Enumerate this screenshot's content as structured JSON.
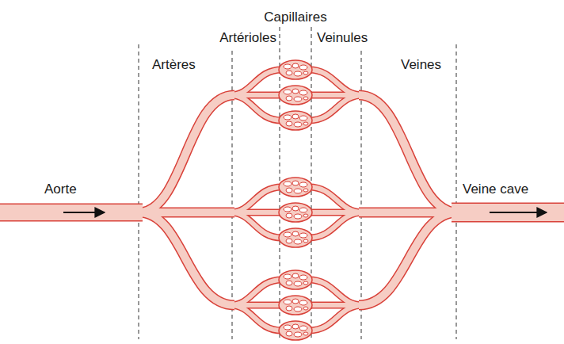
{
  "diagram": {
    "labels": [
      "Capillaires",
      "Artérioles",
      "Veinules",
      "Artères",
      "Veines",
      "Aorte",
      "Veine cave"
    ]
  }
}
